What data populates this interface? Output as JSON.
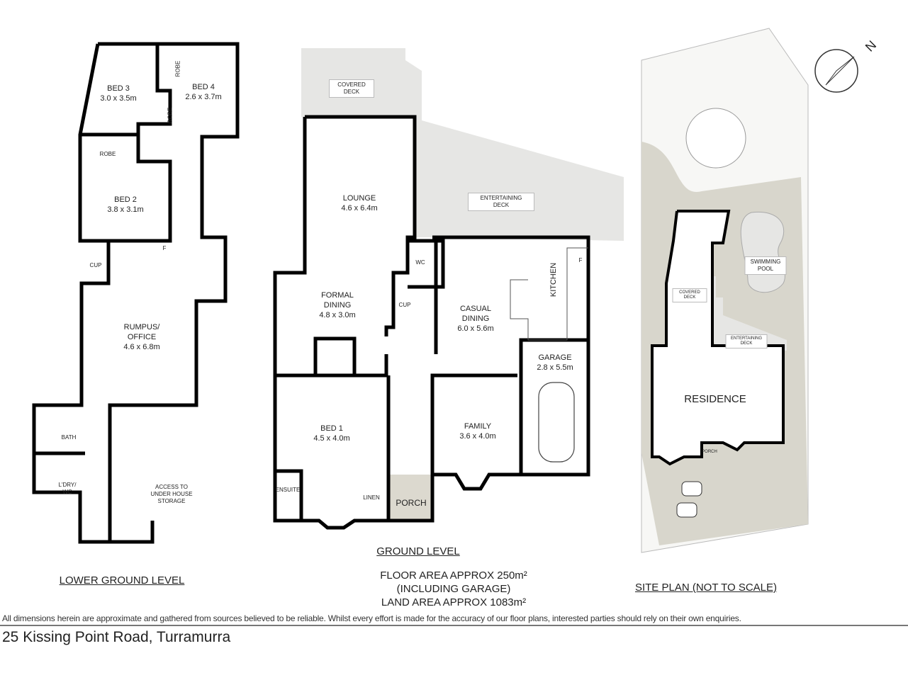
{
  "lower_ground": {
    "title": "LOWER GROUND LEVEL",
    "rooms": [
      {
        "name": "BED 3",
        "dims": "3.0 x 3.5m"
      },
      {
        "name": "BED 4",
        "dims": "2.6 x 3.7m"
      },
      {
        "name": "BED 2",
        "dims": "3.8 x 3.1m"
      },
      {
        "name": "RUMPUS/ OFFICE",
        "dims": "4.6 x 6.8m"
      }
    ],
    "small_labels": [
      "ROBE",
      "ROBE",
      "ROBE",
      "F",
      "CUP",
      "BATH",
      "L'DRY/ WC",
      "ACCESS TO UNDER HOUSE STORAGE"
    ]
  },
  "ground": {
    "title": "GROUND LEVEL",
    "rooms": [
      {
        "name": "LOUNGE",
        "dims": "4.6 x 6.4m"
      },
      {
        "name": "FORMAL DINING",
        "dims": "4.8 x 3.0m"
      },
      {
        "name": "CASUAL DINING",
        "dims": "6.0 x 5.6m"
      },
      {
        "name": "GARAGE",
        "dims": "2.8 x 5.5m"
      },
      {
        "name": "BED 1",
        "dims": "4.5 x 4.0m"
      },
      {
        "name": "FAMILY",
        "dims": "3.6 x 4.0m"
      }
    ],
    "small_labels": [
      "COVERED DECK",
      "ENTERTAINING DECK",
      "KITCHEN",
      "F",
      "WC",
      "CUP",
      "ENSUITE",
      "LINEN",
      "PORCH"
    ],
    "floor_area": "FLOOR AREA APPROX 250m²",
    "including": "(INCLUDING GARAGE)",
    "land_area": "LAND AREA APPROX 1083m²"
  },
  "site": {
    "title": "SITE PLAN (NOT TO SCALE)",
    "labels": [
      "SWIMMING POOL",
      "COVERED DECK",
      "ENTERTAINING DECK",
      "RESIDENCE",
      "PORCH"
    ],
    "north": "N"
  },
  "disclaimer": "All dimensions herein are approximate and gathered from sources believed to be reliable.  Whilst every effort is made for the accuracy of our floor plans, interested parties should rely on their own enquiries.",
  "address": "25 Kissing Point Road, Turramurra",
  "colors": {
    "wall": "#000000",
    "deck": "#e6e6e4",
    "garden": "#d8d6cc",
    "text": "#222222"
  }
}
